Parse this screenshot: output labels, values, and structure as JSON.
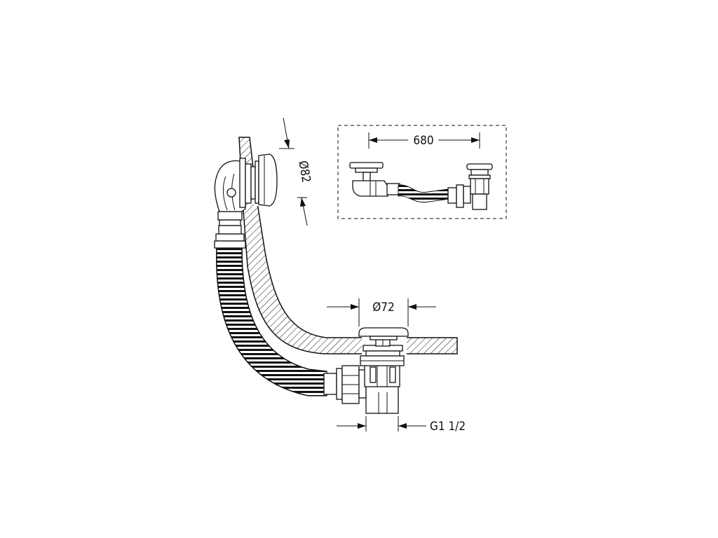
{
  "dimensions": {
    "total_length": "680",
    "overflow_diameter": "Ø82",
    "drain_diameter": "Ø72",
    "thread": "G1 1/2"
  }
}
